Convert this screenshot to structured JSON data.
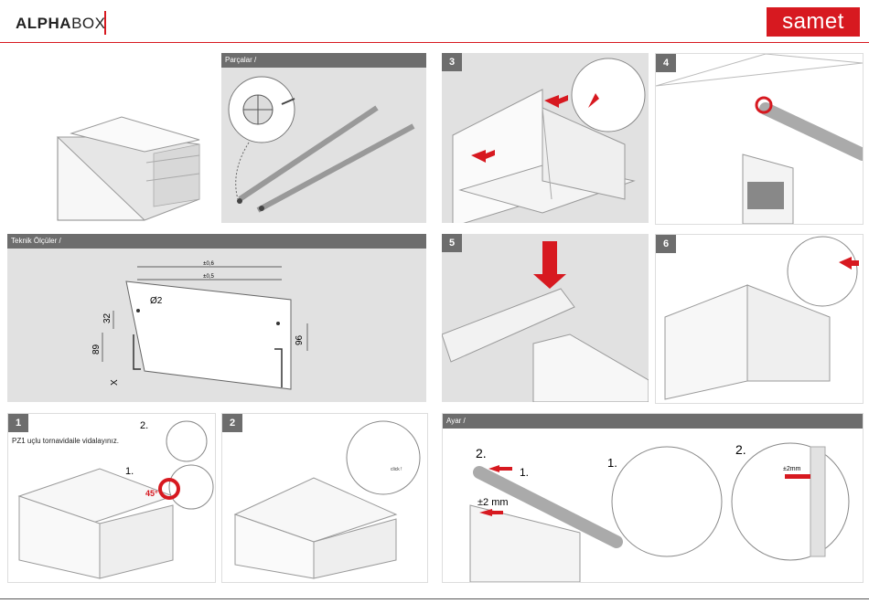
{
  "header": {
    "brand_bold": "ALPHA",
    "brand_light": "BOX",
    "logo": "samet"
  },
  "panels": {
    "parts": {
      "title": "Parçalar /"
    },
    "step3": {
      "num": "3"
    },
    "step4": {
      "num": "4"
    },
    "tech": {
      "title": "Teknik Ölçüler /",
      "dims": {
        "tol1": "±0,6",
        "tol2": "±0,5",
        "dia": "Ø2",
        "d32": "32",
        "d89": "89",
        "d96": "96",
        "dx": "X"
      }
    },
    "step5": {
      "num": "5"
    },
    "step6": {
      "num": "6"
    },
    "step1": {
      "num": "1",
      "note": "PZ1 uçlu tornavidaile vidalayınız.",
      "c1": "1.",
      "c2": "2.",
      "angle": "45°"
    },
    "step2": {
      "num": "2",
      "click": "click !"
    },
    "adjust": {
      "title": "Ayar /",
      "l2a": "2.",
      "l1a": "1.",
      "pm": "±2 mm",
      "l1b": "1.",
      "l2b": "2.",
      "pm2": "±2mm"
    }
  },
  "colors": {
    "accent": "#d71920",
    "panel_bg": "#e1e1e1",
    "bar": "#6d6d6d"
  }
}
